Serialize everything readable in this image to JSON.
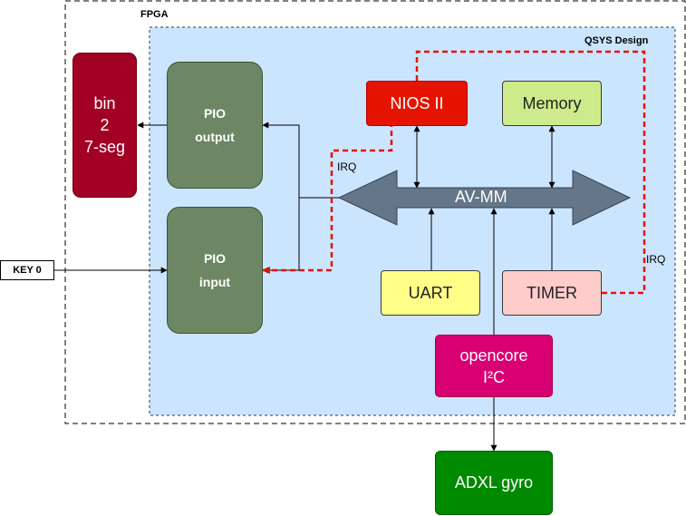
{
  "labels": {
    "fpga": "FPGA",
    "qsys": "QSYS Design",
    "irq_left": "IRQ",
    "irq_right": "IRQ",
    "bus": "AV-MM"
  },
  "blocks": {
    "bin7seg": {
      "line1": "bin",
      "line2": "2",
      "line3": "7-seg"
    },
    "pio_output": {
      "line1": "PIO",
      "line2": "output"
    },
    "pio_input": {
      "line1": "PIO",
      "line2": "input"
    },
    "nios": "NIOS II",
    "memory": "Memory",
    "uart": "UART",
    "timer": "TIMER",
    "opencore": {
      "line1": "opencore",
      "line2": "I²C"
    },
    "key0": "KEY 0",
    "adxl": "ADXL gyro"
  },
  "colors": {
    "qsys_fill": "#cce5ff",
    "qsys_border": "#36393d",
    "bin7seg": "#a20025",
    "pio": "#6d8764",
    "nios": "#e51400",
    "memory": "#cdeb8b",
    "uart": "#ffff88",
    "timer": "#ffcccc",
    "opencore": "#d80073",
    "adxl": "#008a00",
    "bus_arrow": "#647687",
    "irq_line": "#e51400"
  }
}
